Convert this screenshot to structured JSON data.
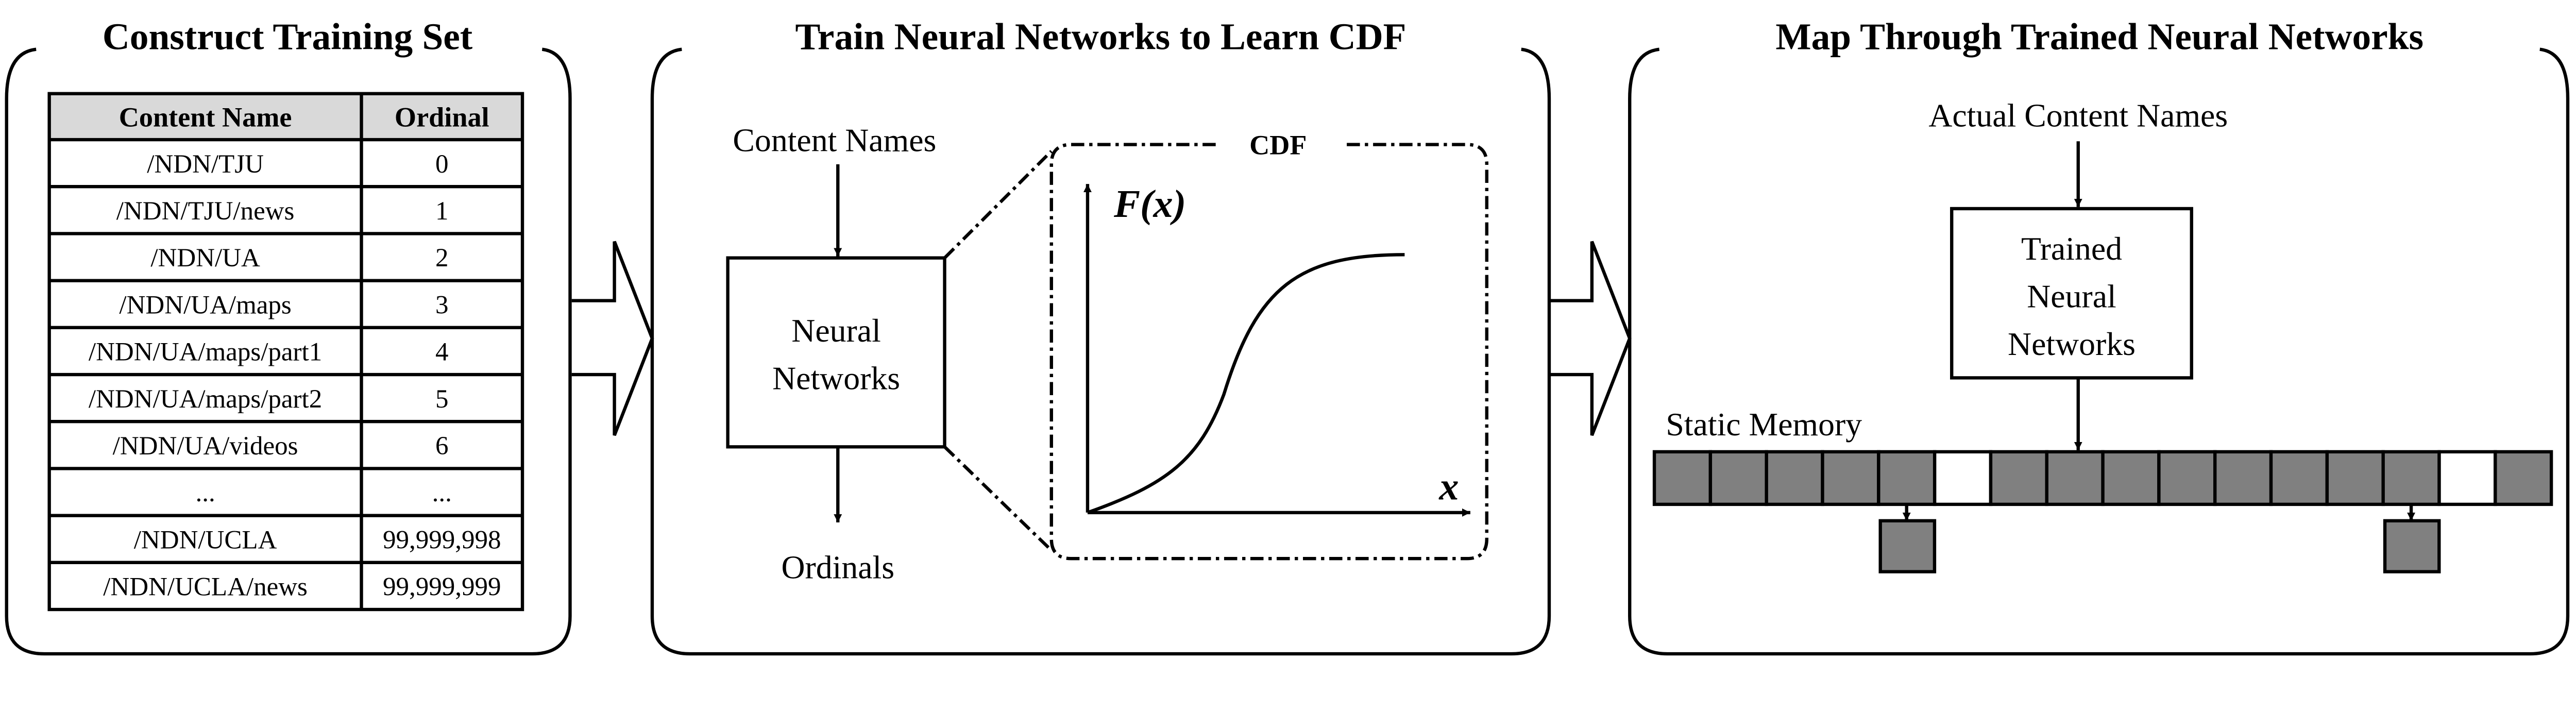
{
  "panels": {
    "training": {
      "title": "Construct Training Set",
      "table": {
        "headers": [
          "Content Name",
          "Ordinal"
        ],
        "rows": [
          [
            "/NDN/TJU",
            "0"
          ],
          [
            "/NDN/TJU/news",
            "1"
          ],
          [
            "/NDN/UA",
            "2"
          ],
          [
            "/NDN/UA/maps",
            "3"
          ],
          [
            "/NDN/UA/maps/part1",
            "4"
          ],
          [
            "/NDN/UA/maps/part2",
            "5"
          ],
          [
            "/NDN/UA/videos",
            "6"
          ],
          [
            "...",
            "..."
          ],
          [
            "/NDN/UCLA",
            "99,999,998"
          ],
          [
            "/NDN/UCLA/news",
            "99,999,999"
          ]
        ]
      }
    },
    "train": {
      "title": "Train Neural Networks to Learn CDF",
      "input_label": "Content Names",
      "box_lines": [
        "Neural",
        "Networks"
      ],
      "output_label": "Ordinals",
      "cdf_label": "CDF",
      "y_axis_label": "F(x)",
      "x_axis_label": "x"
    },
    "map": {
      "title": "Map Through Trained Neural Networks",
      "input_label": "Actual Content Names",
      "box_lines": [
        "Trained",
        "Neural",
        "Networks"
      ],
      "memory_label": "Static Memory",
      "memory_cells": [
        "filled",
        "filled",
        "filled",
        "filled",
        "filled",
        "empty",
        "filled",
        "filled",
        "filled",
        "filled",
        "filled",
        "filled",
        "filled",
        "filled",
        "empty",
        "filled"
      ],
      "overflow_from_cells": [
        4,
        13
      ]
    }
  },
  "colors": {
    "header_fill": "#d9d9d9",
    "cell_fill": "#808080",
    "stroke": "#000000"
  }
}
